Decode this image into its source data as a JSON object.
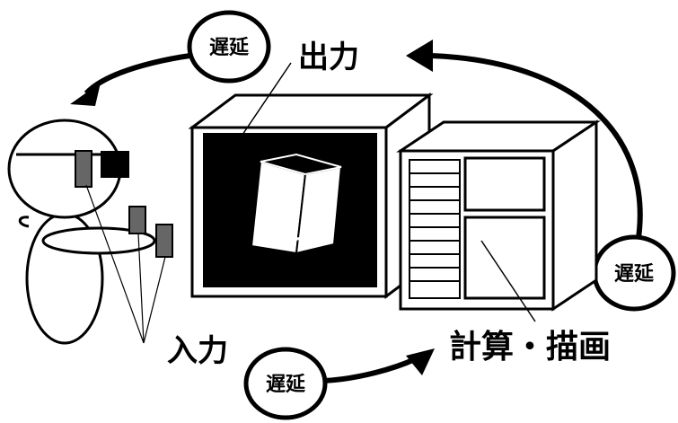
{
  "labels": {
    "output": "出力",
    "input": "入力",
    "compute_render": "計算・描画",
    "delay_top": "遅延",
    "delay_right": "遅延",
    "delay_bottom": "遅延"
  },
  "colors": {
    "stroke": "#000000",
    "screen": "#000000",
    "device_fill": "#666666",
    "background": "#ffffff"
  },
  "icons": [
    "user-with-head-mounted-display",
    "computer-monitor",
    "computer-tower",
    "rotating-cube",
    "delay-arrow"
  ]
}
